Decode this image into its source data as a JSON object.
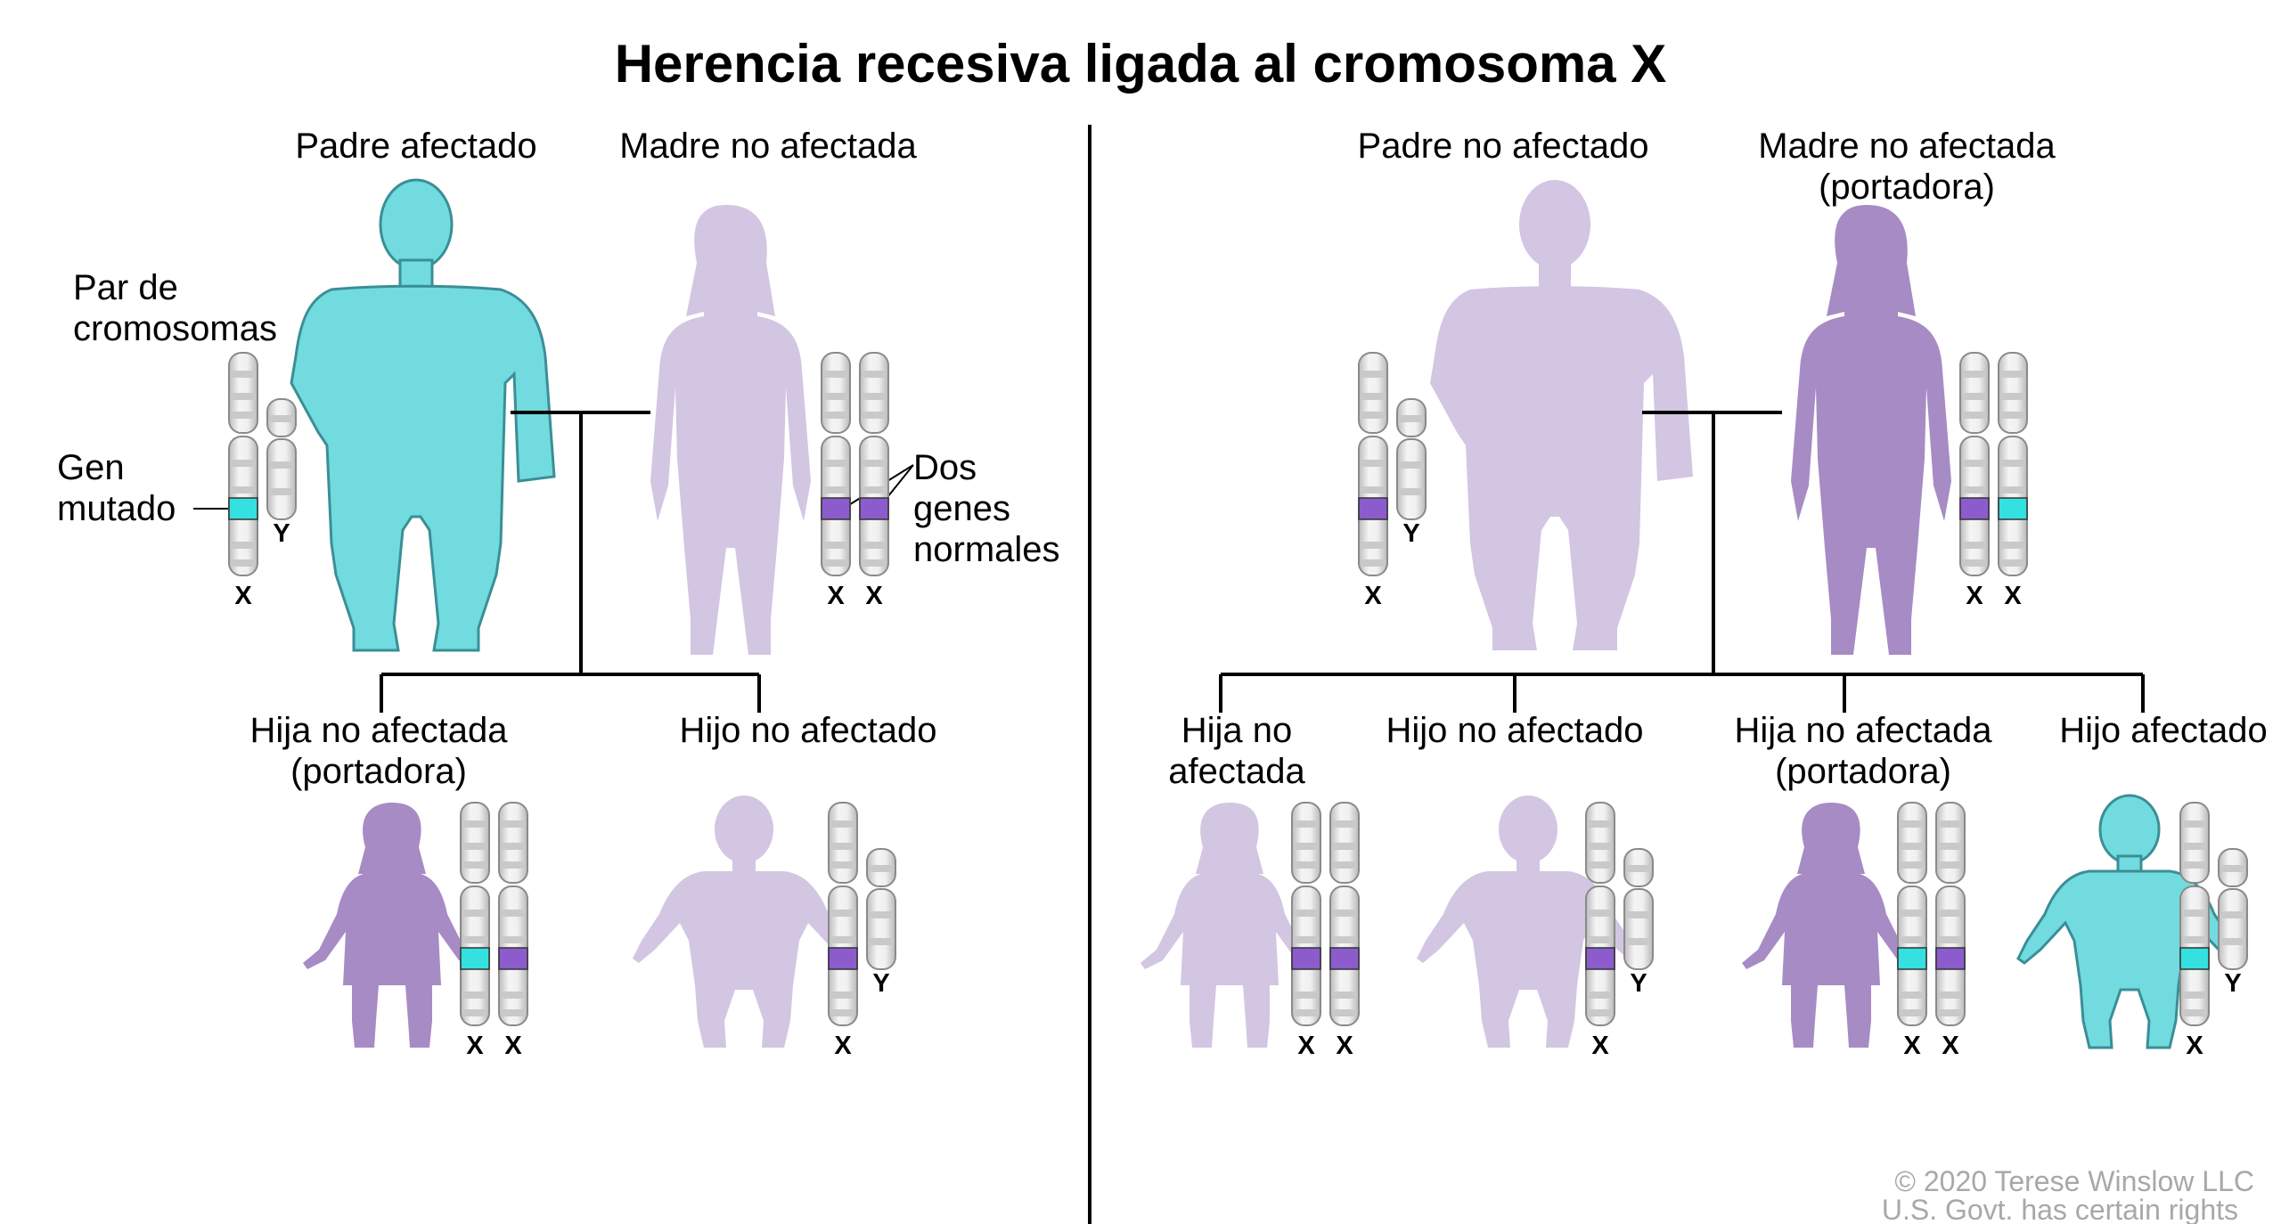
{
  "title": "Herencia recesiva ligada al cromosoma X",
  "colors": {
    "affected": "#72dbe0",
    "carrier": "#a78bc5",
    "unaffected": "#d2c6e3",
    "normal_gene": "#8c5ccc",
    "mutated_gene": "#35e0e0",
    "chromosome": "#e0e0e0"
  },
  "annotations": {
    "chromosome_pair": [
      "Par de",
      "cromosomas"
    ],
    "mutated_gene": [
      "Gen",
      "mutado"
    ],
    "normal_genes": [
      "Dos",
      "genes",
      "normales"
    ]
  },
  "chromosome_letters": {
    "x": "X",
    "y": "Y"
  },
  "left_family": {
    "father": {
      "label": "Padre afectado",
      "status": "affected",
      "genes": [
        "mutated"
      ]
    },
    "mother": {
      "label": "Madre no afectada",
      "status": "unaffected",
      "genes": [
        "normal",
        "normal"
      ]
    },
    "children": [
      {
        "label": [
          "Hija no afectada",
          "(portadora)"
        ],
        "sex": "female",
        "status": "carrier",
        "genes": [
          "mutated",
          "normal"
        ]
      },
      {
        "label": [
          "Hijo no afectado"
        ],
        "sex": "male",
        "status": "unaffected",
        "genes": [
          "normal"
        ]
      }
    ]
  },
  "right_family": {
    "father": {
      "label": "Padre no afectado",
      "status": "unaffected",
      "genes": [
        "normal"
      ]
    },
    "mother": {
      "label": [
        "Madre no afectada",
        "(portadora)"
      ],
      "status": "carrier",
      "genes": [
        "normal",
        "mutated"
      ]
    },
    "children": [
      {
        "label": [
          "Hija no",
          "afectada"
        ],
        "sex": "female",
        "status": "unaffected",
        "genes": [
          "normal",
          "normal"
        ]
      },
      {
        "label": [
          "Hijo no afectado"
        ],
        "sex": "male",
        "status": "unaffected",
        "genes": [
          "normal"
        ]
      },
      {
        "label": [
          "Hija no afectada",
          "(portadora)"
        ],
        "sex": "female",
        "status": "carrier",
        "genes": [
          "mutated",
          "normal"
        ]
      },
      {
        "label": [
          "Hijo afectado"
        ],
        "sex": "male",
        "status": "affected",
        "genes": [
          "mutated"
        ]
      }
    ]
  },
  "copyright": [
    "© 2020 Terese Winslow LLC",
    "U.S. Govt. has certain rights"
  ]
}
